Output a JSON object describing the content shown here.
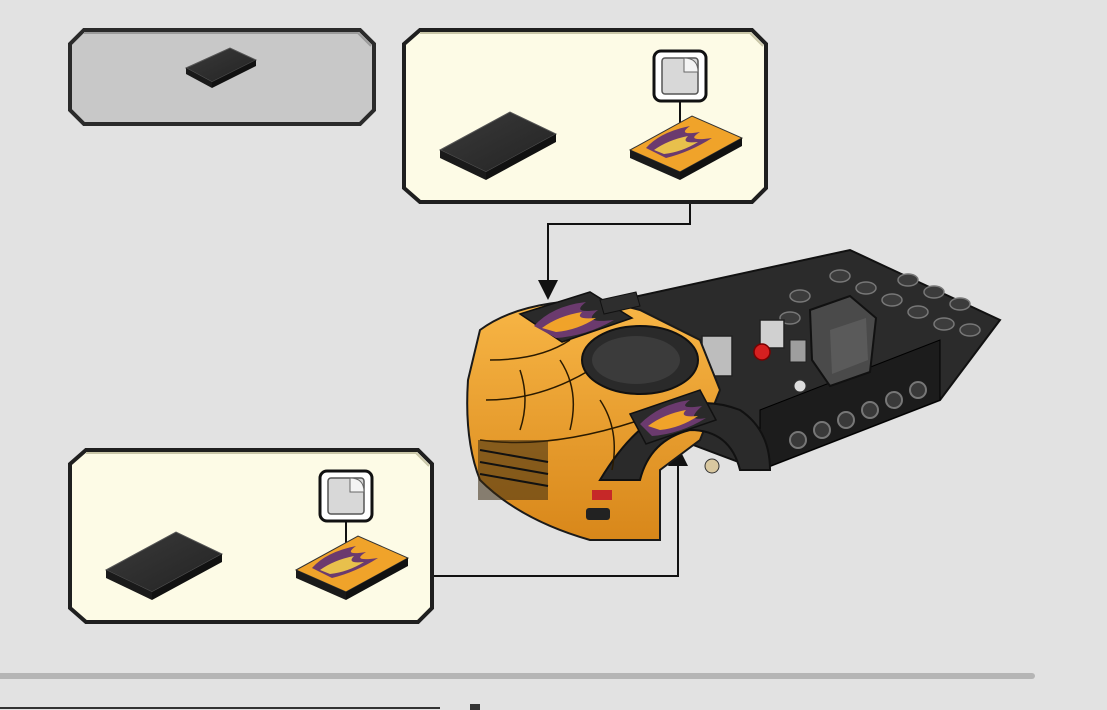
{
  "page": {
    "background": "#e2e2e2",
    "callout_fill_gray": "#c8c8c8",
    "callout_fill_cream": "#fdfbe6",
    "callout_border": "#1f1f1f",
    "accent_orange": "#f0a32a",
    "flame_purple": "#6b3a6e",
    "divider_color": "#b5b5b5"
  },
  "icons": [
    "dark-flat-tile-icon",
    "sticker-indicator-icon",
    "flame-decorated-tile-icon",
    "instruction-arrow-icon",
    "car-chassis-assembly-illustration"
  ],
  "step_panels": [
    {
      "id": "parts-needed",
      "fill": "gray"
    },
    {
      "id": "sub-step-top",
      "fill": "cream"
    },
    {
      "id": "sub-step-bottom",
      "fill": "cream"
    }
  ]
}
